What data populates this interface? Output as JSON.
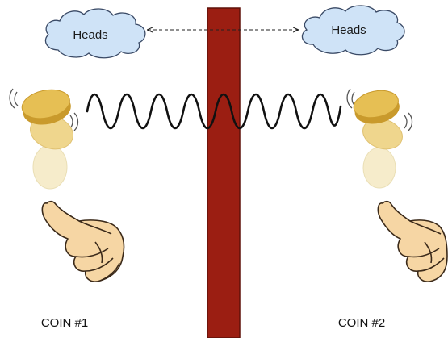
{
  "clouds": {
    "left_label": "Heads",
    "right_label": "Heads"
  },
  "coins": {
    "left_label": "COIN #1",
    "right_label": "COIN #2"
  },
  "colors": {
    "barrier": "#9b1e12",
    "barrier_stroke": "#5e1109",
    "cloud_fill": "#cfe3f7",
    "cloud_stroke": "#3a4a66",
    "coin_gold": "#e6bf54",
    "coin_rim": "#c99a2c",
    "coin_mid": "#efd68d",
    "coin_faint": "#f6eccb",
    "hand_fill": "#f6d6a4",
    "hand_stroke": "#3b2a1a",
    "wave": "#111111"
  },
  "icons": [
    "cloud-icon",
    "coin-icon",
    "thumbs-up-hand-icon",
    "wavy-connection-icon",
    "dashed-double-arrow-icon"
  ]
}
